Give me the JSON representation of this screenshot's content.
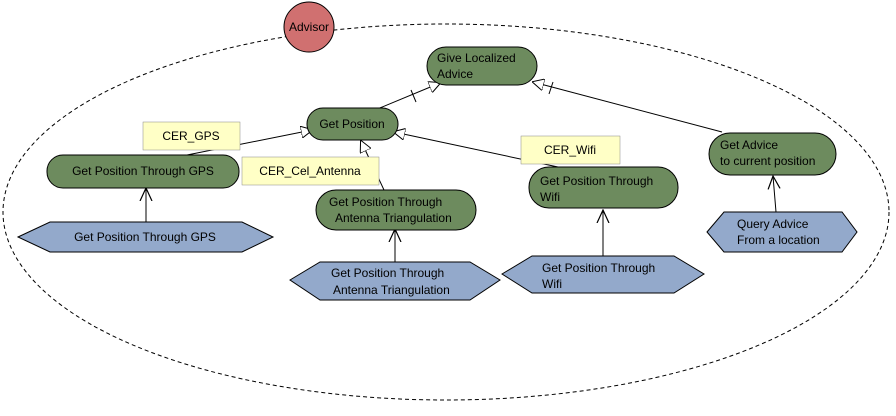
{
  "actor": {
    "label": "Advisor"
  },
  "goals": [
    {
      "id": "give_localized_advice",
      "lines": [
        "Give Localized",
        "Advice"
      ]
    },
    {
      "id": "get_position",
      "lines": [
        "Get Position"
      ]
    },
    {
      "id": "gps_goal",
      "lines": [
        "Get Position Through GPS"
      ]
    },
    {
      "id": "antenna_goal",
      "lines": [
        "Get Position Through",
        "Antenna Triangulation"
      ]
    },
    {
      "id": "wifi_goal",
      "lines": [
        "Get Position Through",
        "Wifi"
      ]
    },
    {
      "id": "get_advice",
      "lines": [
        "Get Advice",
        "to current position"
      ]
    }
  ],
  "tasks": [
    {
      "id": "gps_task",
      "lines": [
        "Get Position Through GPS"
      ]
    },
    {
      "id": "antenna_task",
      "lines": [
        "Get Position Through",
        "Antenna Triangulation"
      ]
    },
    {
      "id": "wifi_task",
      "lines": [
        "Get Position Through",
        "Wifi"
      ]
    },
    {
      "id": "query_task",
      "lines": [
        "Query Advice",
        "From a location"
      ]
    }
  ],
  "notes": [
    {
      "id": "cer_gps",
      "label": "CER_GPS"
    },
    {
      "id": "cer_cel",
      "label": "CER_Cel_Antenna"
    },
    {
      "id": "cer_wifi",
      "label": "CER_Wifi"
    }
  ],
  "colors": {
    "actor_fill": "#d07070",
    "goal_fill": "#6d8b5e",
    "task_fill": "#93a9cb",
    "note_fill": "#ffffc6",
    "line": "#000000"
  }
}
